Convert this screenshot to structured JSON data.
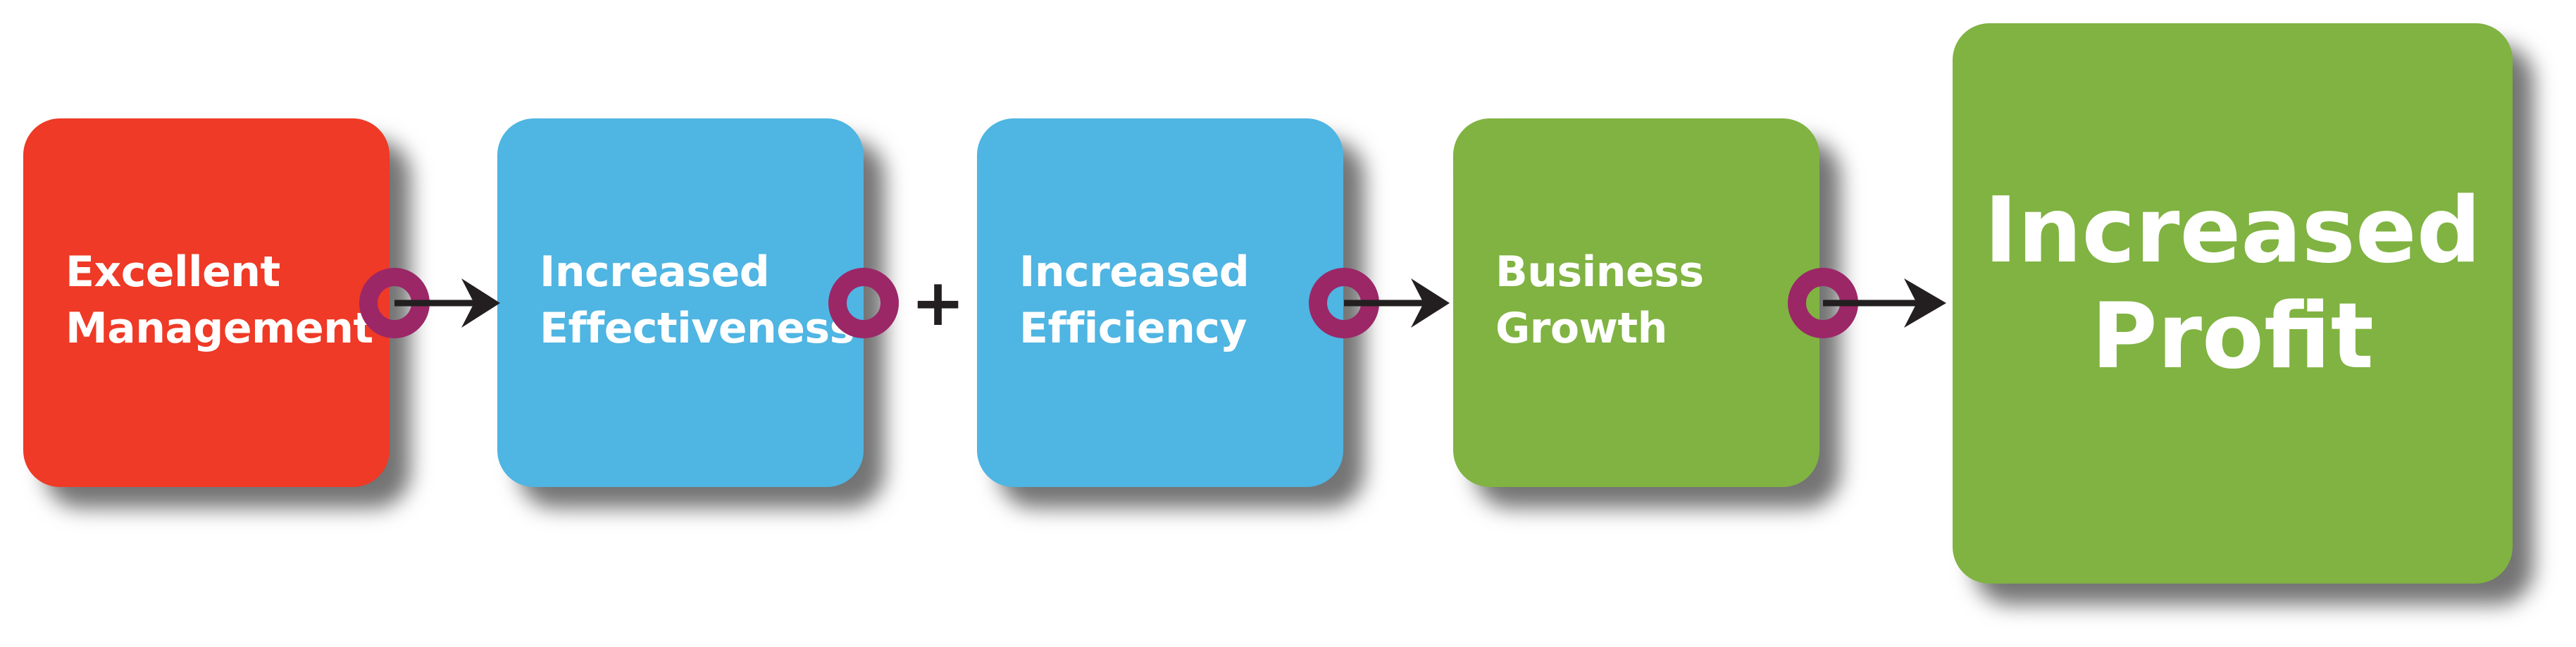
{
  "boxes": [
    {
      "id": "excellent-management",
      "lines": [
        "Excellent",
        "Management"
      ],
      "color": "#ee3a26"
    },
    {
      "id": "increased-effectiveness",
      "lines": [
        "Increased",
        "Effectiveness"
      ],
      "color": "#4fb5e2"
    },
    {
      "id": "increased-efficiency",
      "lines": [
        "Increased",
        "Efficiency"
      ],
      "color": "#4fb5e2"
    },
    {
      "id": "business-growth",
      "lines": [
        "Business",
        "Growth"
      ],
      "color": "#80b342"
    },
    {
      "id": "increased-profit",
      "lines": [
        "Increased",
        "Profit"
      ],
      "color": "#80b342"
    }
  ],
  "operator": "+",
  "connector_color": "#9b2767",
  "arrow_color": "#231f20"
}
